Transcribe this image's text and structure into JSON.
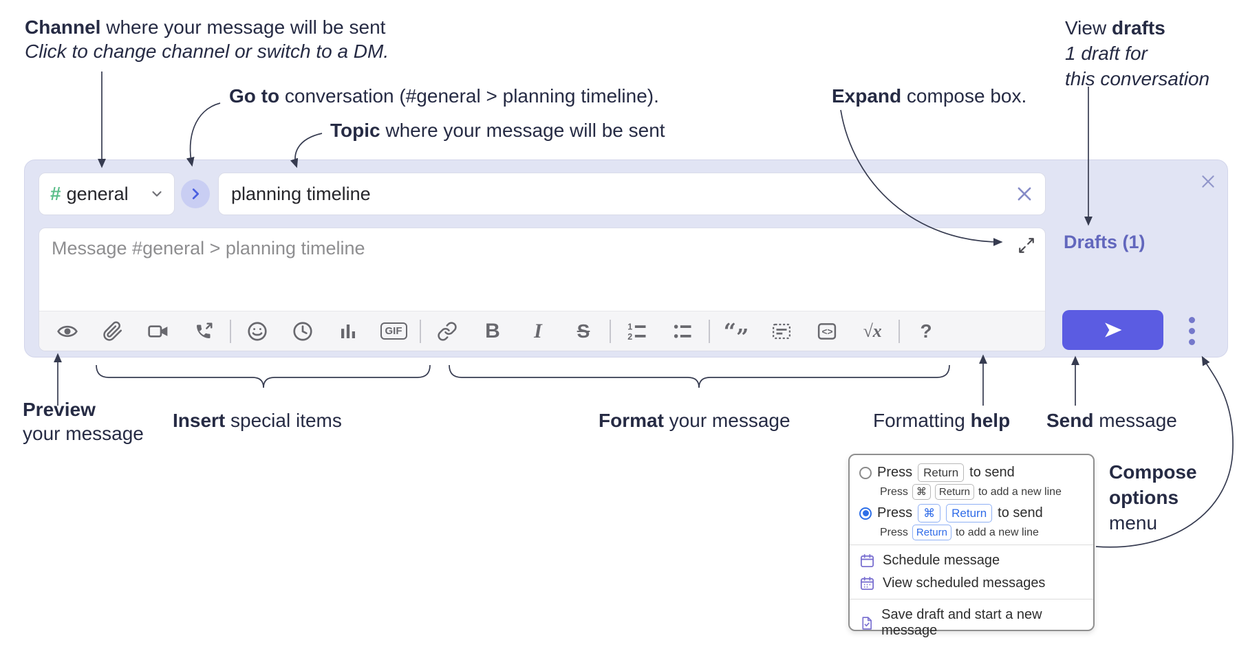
{
  "annotations": {
    "channel_line1_bold": "Channel",
    "channel_line1_rest": " where your message will be sent",
    "channel_line2": "Click to change channel or switch to a DM.",
    "goto_bold": "Go to",
    "goto_rest": " conversation (#general > planning timeline).",
    "topic_bold": "Topic",
    "topic_rest": " where your message will be sent",
    "expand_bold": "Expand",
    "expand_rest": " compose box.",
    "view_drafts_pre": "View ",
    "view_drafts_bold": "drafts",
    "view_drafts_line2": "1 draft for",
    "view_drafts_line3": "this conversation",
    "preview_bold": "Preview",
    "preview_line2": "your message",
    "insert_bold": "Insert",
    "insert_rest": " special items",
    "format_bold": "Format",
    "format_rest": " your message",
    "help_pre": "Formatting ",
    "help_bold": "help",
    "send_bold": "Send",
    "send_rest": " message",
    "compose_options_line1": "Compose",
    "compose_options_line2": "options",
    "compose_options_line3": "menu"
  },
  "compose": {
    "channel_hash": "#",
    "channel_name": "general",
    "topic_value": "planning timeline",
    "drafts_link": "Drafts (1)",
    "message_placeholder": "Message #general > planning timeline",
    "toolbar": {
      "gif": "GIF",
      "bold": "B",
      "italic": "I",
      "strike": "S",
      "ol1": "1",
      "ol2": "2",
      "quote_open": "“",
      "quote_close": "”",
      "code": "<>",
      "math": "√x",
      "help": "?"
    }
  },
  "popup": {
    "option1": {
      "press": "Press",
      "key": "Return",
      "suffix": "to send",
      "sub_press": "Press",
      "sub_key1": "⌘",
      "sub_key2": "Return",
      "sub_suffix": "to add a new line"
    },
    "option2": {
      "press": "Press",
      "key1": "⌘",
      "key2": "Return",
      "suffix": "to send",
      "sub_press": "Press",
      "sub_key": "Return",
      "sub_suffix": "to add a new line"
    },
    "schedule": "Schedule message",
    "view_scheduled": "View scheduled messages",
    "save_draft": "Save draft and start a new message"
  },
  "colors": {
    "container_bg": "#e1e4f4",
    "send_button": "#5b5ce2",
    "drafts_link": "#6267bd",
    "channel_hash_green": "#5cbe8a",
    "selected_blue": "#2e6fe8",
    "menu_icon_purple": "#7b71d1"
  }
}
